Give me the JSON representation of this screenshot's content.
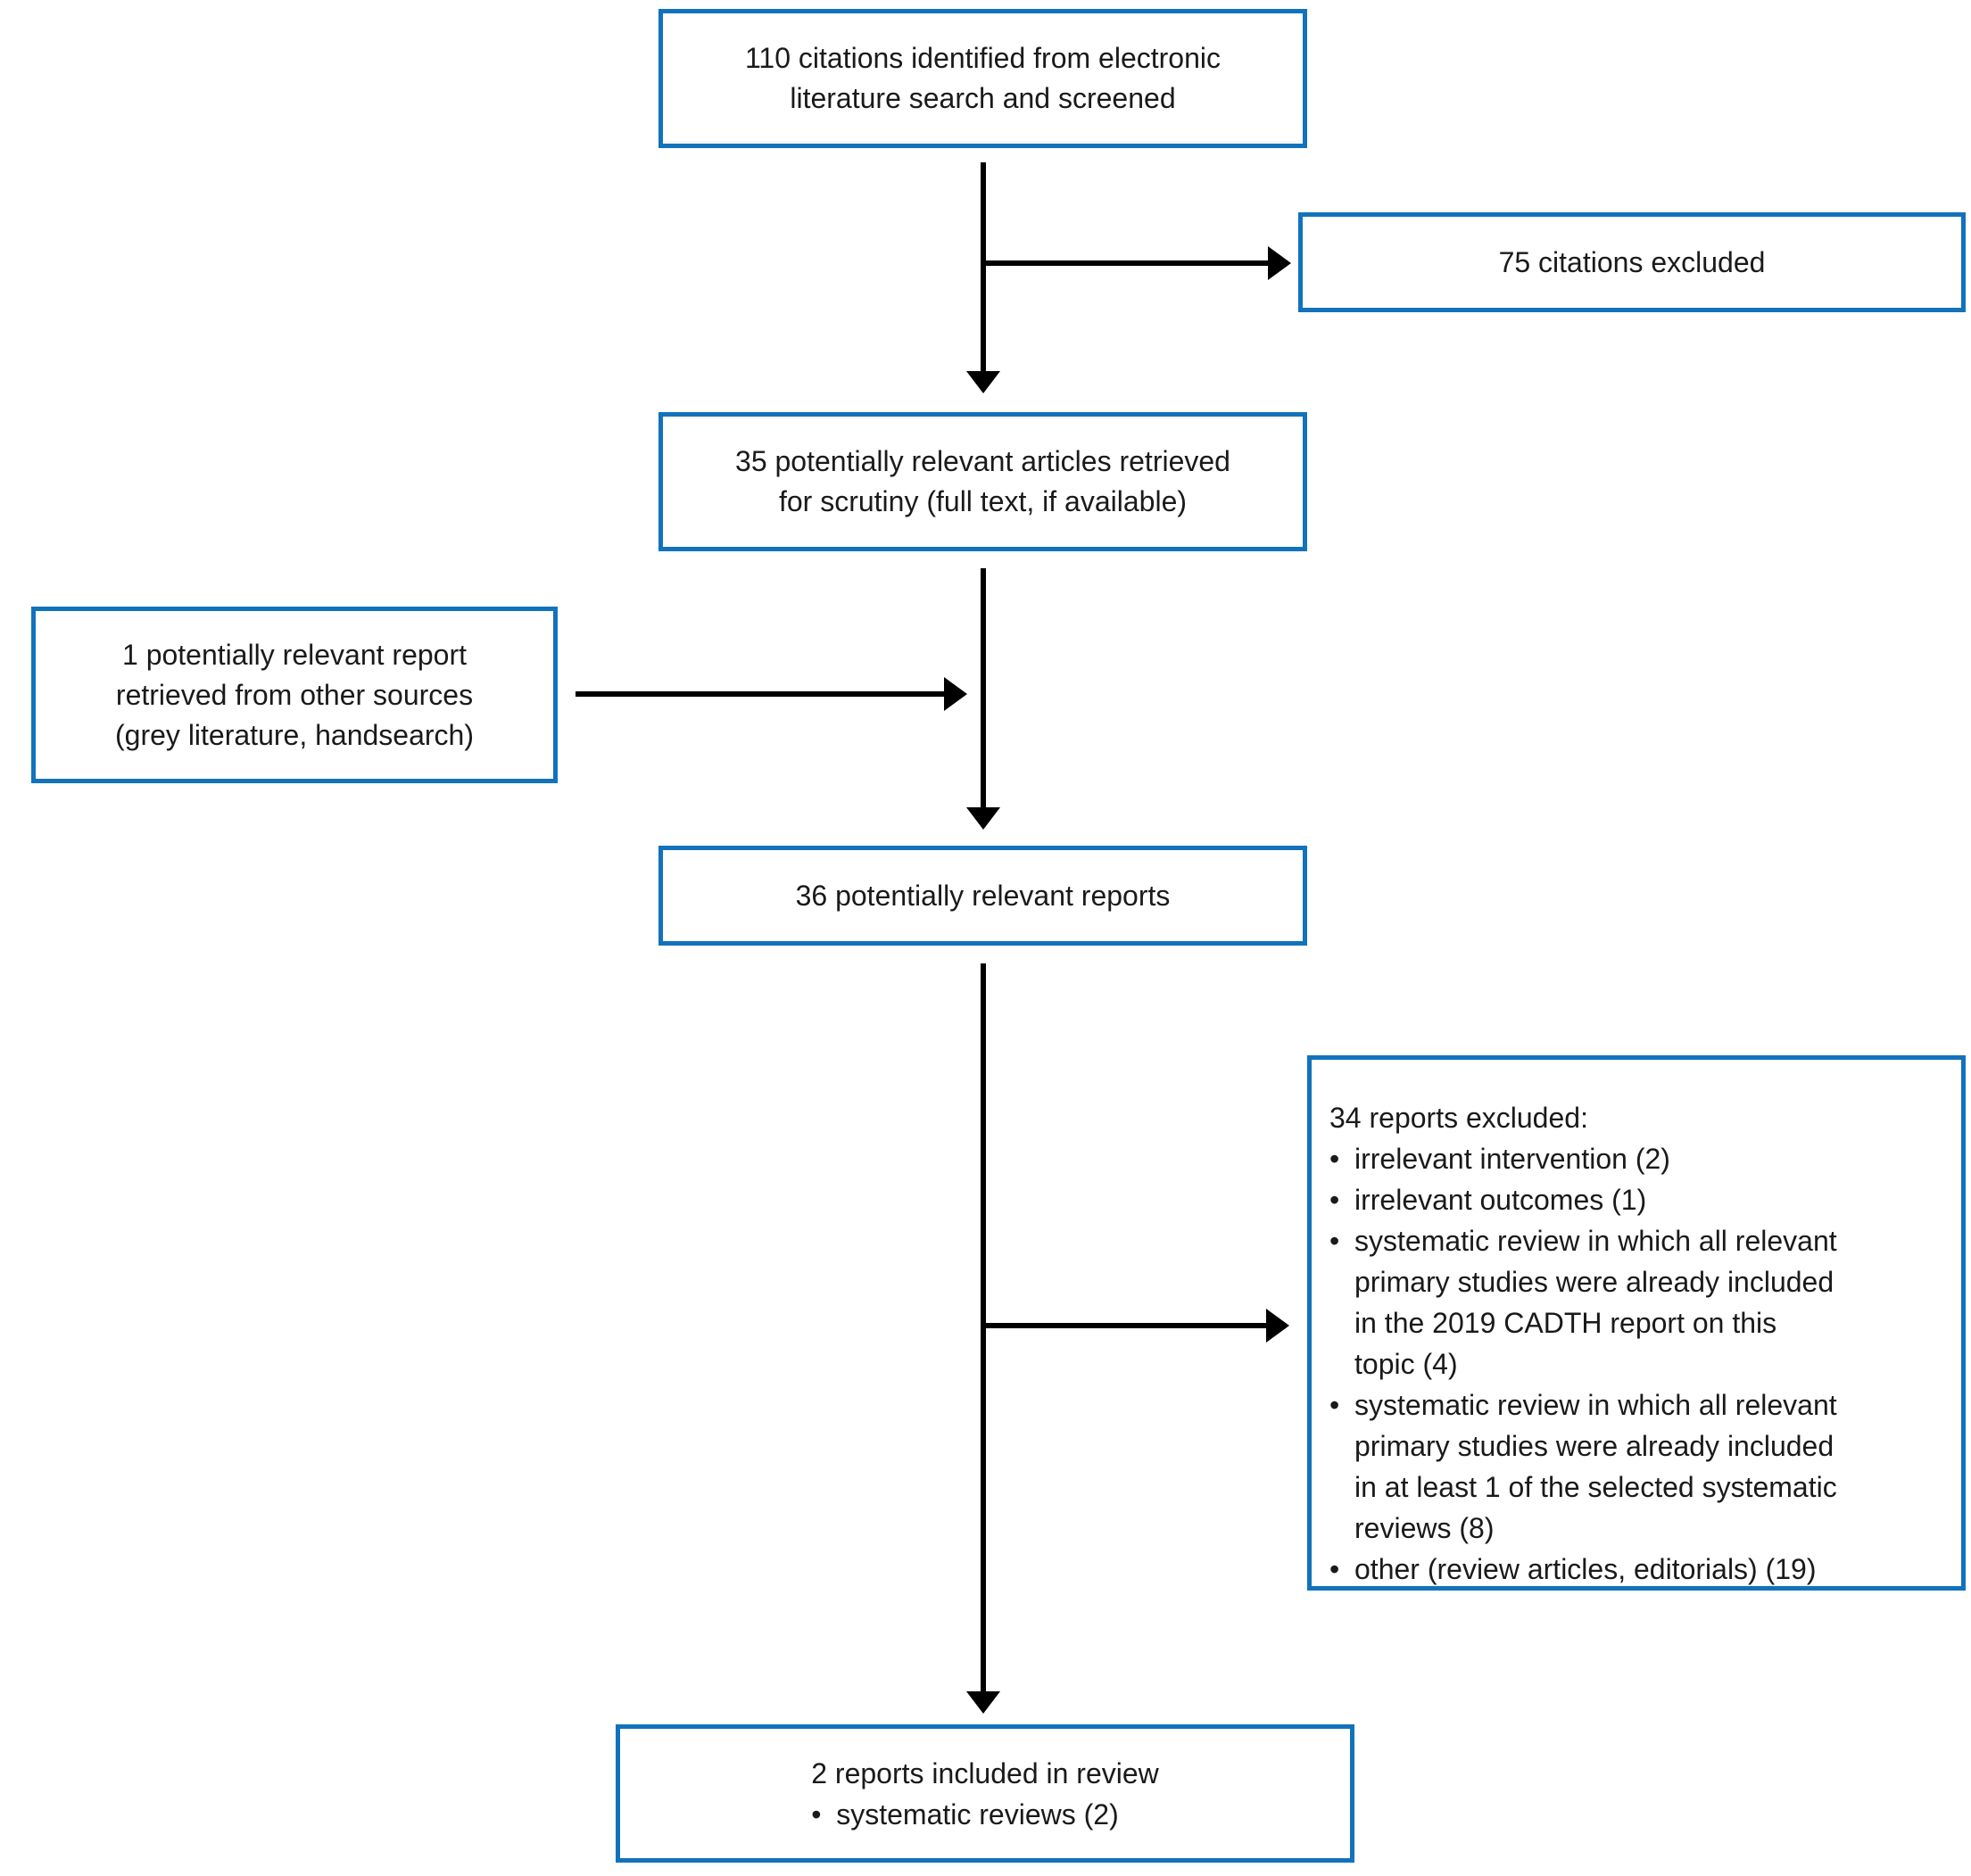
{
  "bullet_char": "•",
  "colors": {
    "box_border": "#1272BC",
    "arrow": "#000000",
    "text": "#1A1A1A",
    "background": "#FFFFFF"
  },
  "boxes": {
    "identified": "110 citations identified from electronic\nliterature search and screened",
    "citations_excluded": "75 citations excluded",
    "retrieved": "35 potentially relevant articles retrieved\nfor scrutiny (full text, if available)",
    "other_sources": "1 potentially relevant report\nretrieved from other sources\n(grey literature, handsearch)",
    "relevant_reports": "36 potentially relevant reports",
    "reports_excluded": {
      "heading": "34 reports excluded:",
      "items": [
        "irrelevant intervention (2)",
        "irrelevant outcomes (1)",
        "systematic review in which all relevant\nprimary studies were already included\nin the 2019 CADTH report on this\ntopic (4)",
        "systematic review in which all relevant\nprimary studies were already included\nin at least 1 of the selected systematic\nreviews (8)",
        "other (review articles, editorials) (19)"
      ]
    },
    "included": {
      "heading": "2 reports included in review",
      "items": [
        "systematic reviews (2)"
      ]
    }
  }
}
